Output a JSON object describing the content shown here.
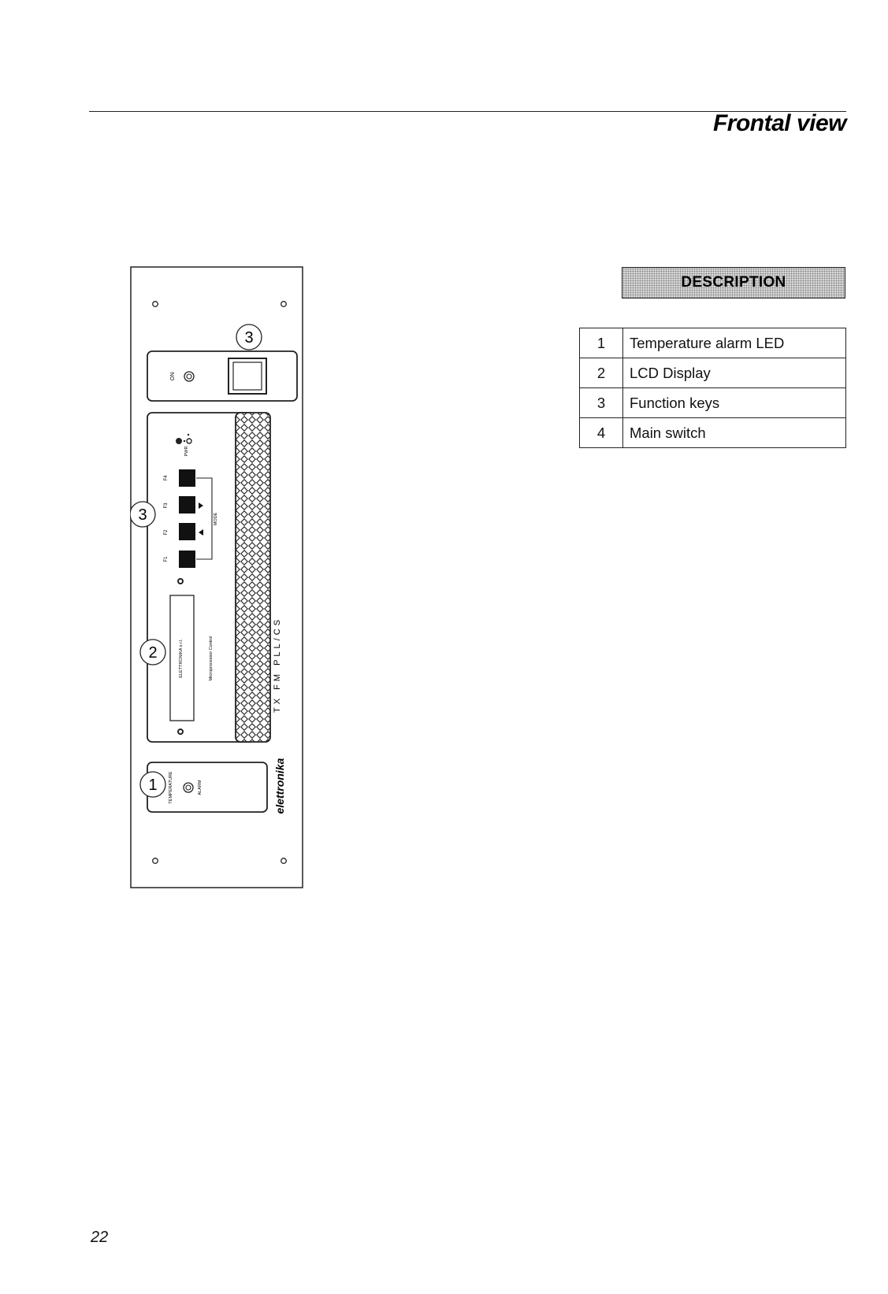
{
  "page": {
    "title": "Frontal view",
    "page_number": "22"
  },
  "panel": {
    "callouts": [
      "1",
      "2",
      "3",
      "3"
    ],
    "on_label": "ON",
    "pwr_label": "PWR",
    "key_labels": [
      "F1",
      "F2",
      "F3",
      "F4"
    ],
    "mode_label": "MODE",
    "lcd_line1": "ELETTRONIKA s.r.l.",
    "lcd_line2": "Microprocessor Control",
    "model": "TX FM PLL/CS",
    "temperature_label": "TEMPERATURE",
    "alarm_label": "ALARM",
    "brand": "elettronika"
  },
  "description": {
    "header": "DESCRIPTION",
    "items": [
      {
        "num": "1",
        "text": "Temperature alarm LED"
      },
      {
        "num": "2",
        "text": "LCD Display"
      },
      {
        "num": "3",
        "text": "Function keys"
      },
      {
        "num": "4",
        "text": "Main switch"
      }
    ]
  }
}
